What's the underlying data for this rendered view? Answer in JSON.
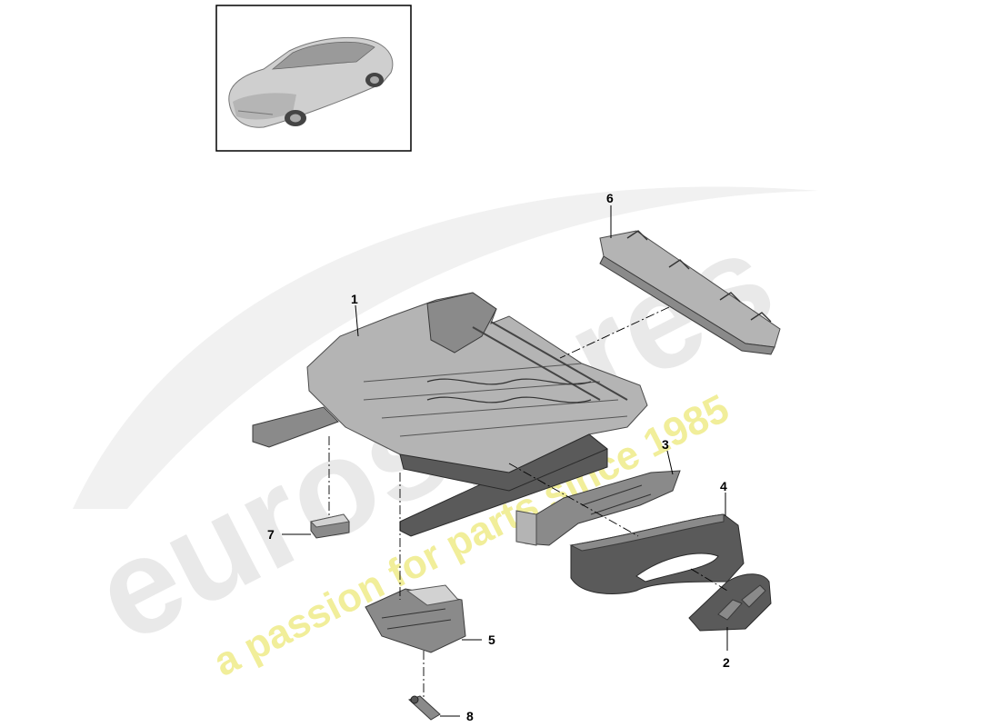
{
  "diagram": {
    "callouts": [
      {
        "id": "1",
        "label": "1"
      },
      {
        "id": "2",
        "label": "2"
      },
      {
        "id": "3",
        "label": "3"
      },
      {
        "id": "4",
        "label": "4"
      },
      {
        "id": "5",
        "label": "5"
      },
      {
        "id": "6",
        "label": "6"
      },
      {
        "id": "7",
        "label": "7"
      },
      {
        "id": "8",
        "label": "8"
      }
    ]
  },
  "watermark": {
    "brand": "eurospares",
    "tagline": "a passion for parts since 1985"
  },
  "colors": {
    "background": "#ffffff",
    "part_fill": "#8a8a8a",
    "line": "#000000",
    "watermark_brand": "#e9e9e9",
    "watermark_tagline": "#f1ee9a"
  }
}
